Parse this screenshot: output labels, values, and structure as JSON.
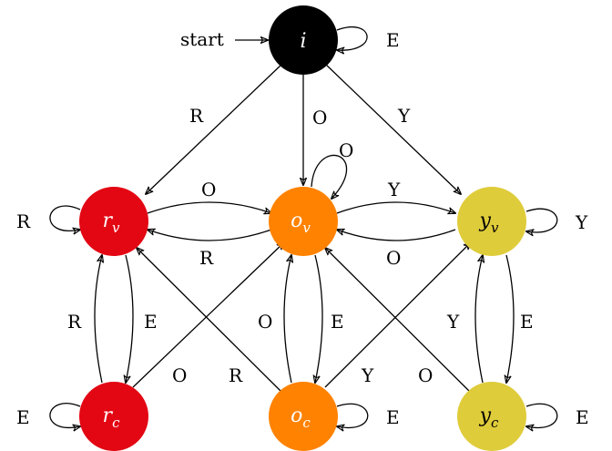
{
  "start_label": "start",
  "nodes": {
    "i": {
      "name": "i",
      "sub": "",
      "fill": "#000000",
      "text_color": "#ffffff"
    },
    "rv": {
      "name": "r",
      "sub": "v",
      "fill": "#e30613",
      "text_color": "#ffffff"
    },
    "ov": {
      "name": "o",
      "sub": "v",
      "fill": "#ff8200",
      "text_color": "#ffffff"
    },
    "yv": {
      "name": "y",
      "sub": "v",
      "fill": "#dfcc3a",
      "text_color": "#000000"
    },
    "rc": {
      "name": "r",
      "sub": "c",
      "fill": "#e30613",
      "text_color": "#ffffff"
    },
    "oc": {
      "name": "o",
      "sub": "c",
      "fill": "#ff8200",
      "text_color": "#ffffff"
    },
    "yc": {
      "name": "y",
      "sub": "c",
      "fill": "#dfcc3a",
      "text_color": "#000000"
    }
  },
  "edges": {
    "i_loop": "E",
    "i_rv": "R",
    "i_ov": "O",
    "i_yv": "Y",
    "rv_loop": "R",
    "ov_loop": "O",
    "yv_loop": "Y",
    "rv_ov": "O",
    "ov_rv": "R",
    "ov_yv": "Y",
    "yv_ov": "O",
    "rc_rv": "R",
    "rv_rc": "E",
    "oc_ov": "O",
    "ov_oc": "E",
    "yc_yv": "Y",
    "yv_yc": "E",
    "rc_ov": "O",
    "oc_rv": "R",
    "oc_yv": "Y",
    "yc_ov": "O",
    "rc_loop": "E",
    "oc_loop": "E",
    "yc_loop": "E"
  }
}
